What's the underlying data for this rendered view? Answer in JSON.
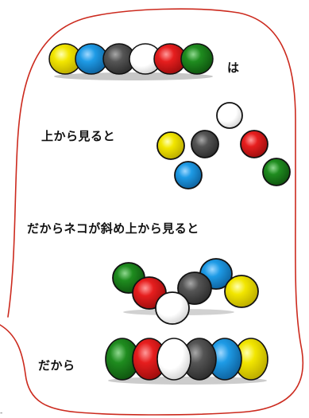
{
  "captions": {
    "wa": "は",
    "from_top": "上から見ると",
    "cat_diagonal": "だからネコが斜め上から見ると",
    "therefore": "だから"
  },
  "colors": {
    "frame": "#cc2a1e",
    "yellow": "#f2e600",
    "blue": "#1e9be6",
    "gray": "#555555",
    "white": "#ffffff",
    "red": "#e61e1e",
    "green": "#1f8c1f"
  },
  "ball_order_side_view": [
    "yellow",
    "blue",
    "gray",
    "white",
    "red",
    "green"
  ],
  "ball_order_top_view": [
    "yellow",
    "blue",
    "gray",
    "white",
    "red",
    "green"
  ],
  "ball_order_diagonal_view": [
    "green",
    "red",
    "white",
    "gray",
    "blue",
    "yellow"
  ],
  "ball_order_result": [
    "green",
    "red",
    "white",
    "gray",
    "blue",
    "yellow"
  ]
}
